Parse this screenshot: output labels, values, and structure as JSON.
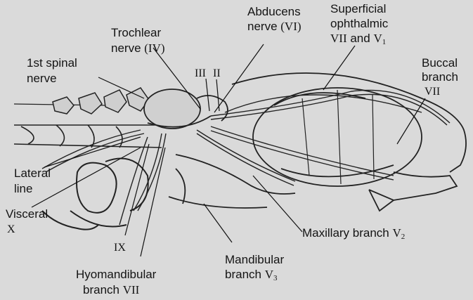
{
  "labels": {
    "abducens": {
      "line1": "Abducens",
      "line2_text": "nerve",
      "line2_roman": "(VI)"
    },
    "superficial": {
      "line1": "Superficial",
      "line2": "ophthalmic",
      "line3_roman": "VII",
      "line3_text": "and",
      "line3_v": "V",
      "line3_sub": "1"
    },
    "trochlear": {
      "line1": "Trochlear",
      "line2_text": "nerve",
      "line2_roman": "(IV)"
    },
    "first_spinal": {
      "line1": "1st spinal",
      "line2": "nerve"
    },
    "buccal": {
      "line1": "Buccal",
      "line2": "branch",
      "line3_roman": "VII"
    },
    "cn_ii": "II",
    "cn_iii": "III",
    "lateral_line": {
      "line1": "Lateral",
      "line2": "line"
    },
    "visceral": {
      "line1": "Visceral",
      "line2_roman": "X"
    },
    "cn_ix": "IX",
    "maxillary": {
      "text": "Maxillary branch",
      "v": "V",
      "sub": "2"
    },
    "mandibular": {
      "line1": "Mandibular",
      "line2_text": "branch",
      "v": "V",
      "sub": "3"
    },
    "hyomandibular": {
      "line1": "Hyomandibular",
      "line2_text": "branch",
      "line2_roman": "VII"
    }
  }
}
